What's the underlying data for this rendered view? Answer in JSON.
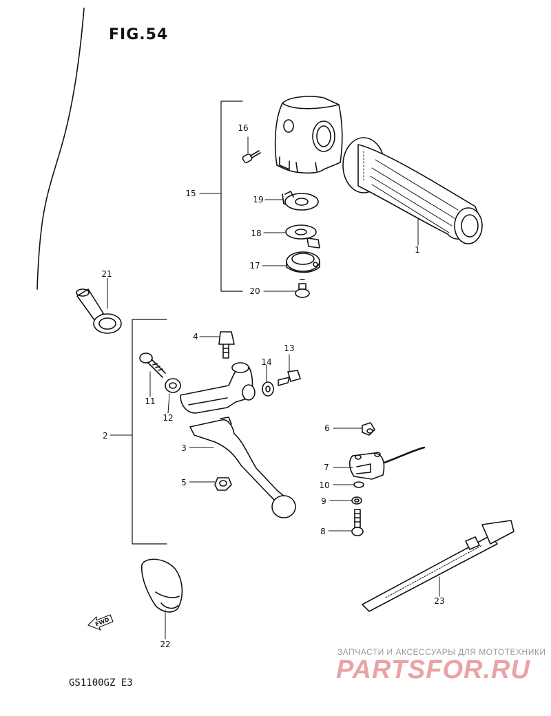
{
  "figure": {
    "title": "FIG.54",
    "model_code": "GS1100GZ  E3",
    "fwd_label": "FWD"
  },
  "callouts": {
    "c1": "1",
    "c2": "2",
    "c3": "3",
    "c4": "4",
    "c5": "5",
    "c6": "6",
    "c7": "7",
    "c8": "8",
    "c9": "9",
    "c10": "10",
    "c11": "11",
    "c12": "12",
    "c13": "13",
    "c14": "14",
    "c15": "15",
    "c16": "16",
    "c17": "17",
    "c18": "18",
    "c19": "19",
    "c20": "20",
    "c21": "21",
    "c22": "22",
    "c23": "23"
  },
  "watermark": {
    "caption": "ЗАПЧАСТИ И АКСЕССУАРЫ ДЛЯ МОТОТЕХНИКИ",
    "logo": "PARTSFOR.RU",
    "logo_color": "#e9a3a6"
  }
}
